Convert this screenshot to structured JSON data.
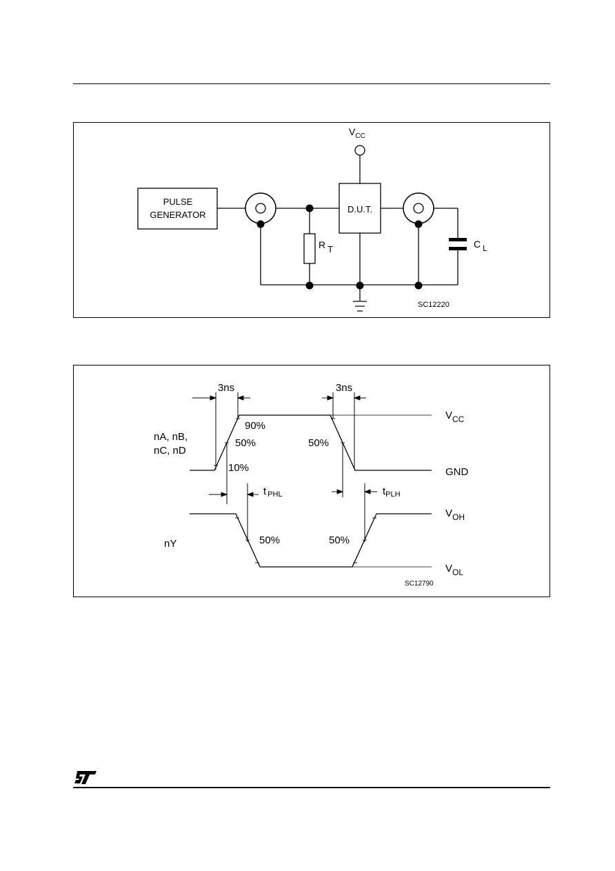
{
  "circuit": {
    "vcc": "V",
    "vcc_sub": "CC",
    "generator_line1": "PULSE",
    "generator_line2": "GENERATOR",
    "dut": "D.U.T.",
    "rt": "R",
    "rt_sub": "T",
    "cl": "C",
    "cl_sub": "L",
    "code": "SC12220"
  },
  "waveform": {
    "rise_time": "3ns",
    "fall_time": "3ns",
    "p90": "90%",
    "p50_in_rise": "50%",
    "p10": "10%",
    "p50_in_fall": "50%",
    "inputs_line1": "nA, nB,",
    "inputs_line2": "nC, nD",
    "vcc": "V",
    "vcc_sub": "CC",
    "gnd": "GND",
    "tphl": "t",
    "tphl_sub": "PHL",
    "tplh": "t",
    "tplh_sub": "PLH",
    "output": "nY",
    "p50_out_fall": "50%",
    "p50_out_rise": "50%",
    "voh": "V",
    "voh_sub": "OH",
    "vol": "V",
    "vol_sub": "OL",
    "code": "SC12790"
  },
  "footer": {
    "logo_text": "ST"
  }
}
